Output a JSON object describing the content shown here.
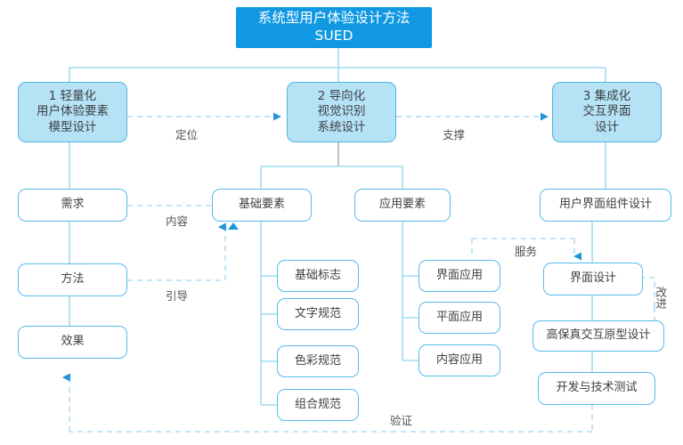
{
  "diagram": {
    "title_box": {
      "line1": "系统型用户体验设计方法",
      "line2": "SUED"
    },
    "pillars": [
      {
        "id": "p1",
        "line1": "1 轻量化",
        "line2": "用户体验要素",
        "line3": "模型设计"
      },
      {
        "id": "p2",
        "line1": "2 导向化",
        "line2": "视觉识别",
        "line3": "系统设计"
      },
      {
        "id": "p3",
        "line1": "3 集成化",
        "line2": "交互界面",
        "line3": "设计"
      }
    ],
    "left_chain": [
      {
        "label": "需求"
      },
      {
        "label": "方法"
      },
      {
        "label": "效果"
      }
    ],
    "mid_groups": [
      {
        "label": "基础要素",
        "children": [
          "基础标志",
          "文字规范",
          "色彩规范",
          "组合规范"
        ]
      },
      {
        "label": "应用要素",
        "children": [
          "界面应用",
          "平面应用",
          "内容应用"
        ]
      }
    ],
    "right_chain": [
      {
        "label": "用户界面组件设计"
      },
      {
        "label": "界面设计"
      },
      {
        "label": "高保真交互原型设计"
      },
      {
        "label": "开发与技术测试"
      }
    ],
    "edge_labels": [
      {
        "id": "e-dingwei",
        "text": "定位"
      },
      {
        "id": "e-zhicheng",
        "text": "支撑"
      },
      {
        "id": "e-neirong",
        "text": "内容"
      },
      {
        "id": "e-yindao",
        "text": "引导"
      },
      {
        "id": "e-fuwu",
        "text": "服务"
      },
      {
        "id": "e-gaijin",
        "text": "改进"
      },
      {
        "id": "e-yanzheng",
        "text": "验证"
      }
    ],
    "colors": {
      "accent": "#1099e2",
      "node_border": "#55bced",
      "node_fill": "#b6e2f6",
      "wire": "#8ed3f0",
      "dash": "#9ed7f2",
      "arrow": "#2196d6",
      "text": "#3d4044"
    }
  }
}
